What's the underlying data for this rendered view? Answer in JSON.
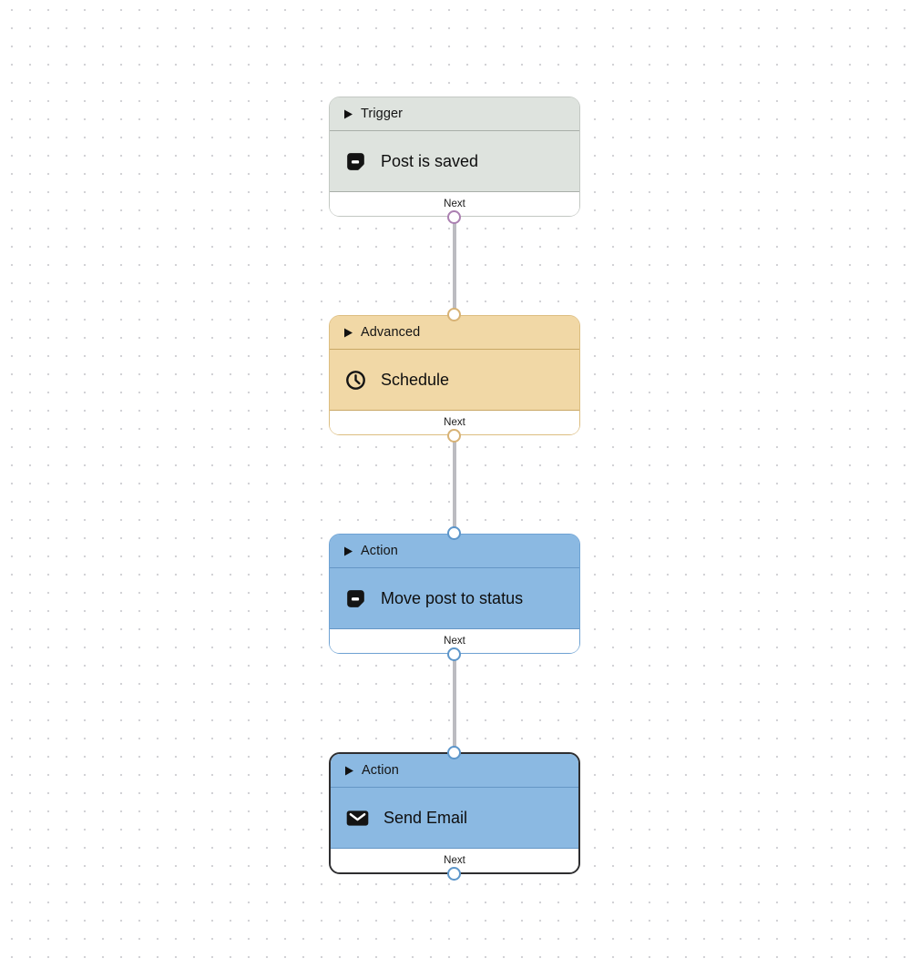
{
  "palette": {
    "canvas_background": "#ffffff",
    "grid_dot": "#d2d2d6",
    "connector": "#bcbcc1",
    "trigger_fill": "#dee3de",
    "trigger_border": "#c3c8c3",
    "advanced_fill": "#f1d8a6",
    "advanced_border": "#dcbd80",
    "action_fill": "#8bb9e2",
    "action_border": "#6ea2d3",
    "selected_border": "#2e2e30",
    "port_purple": "#ab80b1",
    "port_tan": "#d7b275",
    "port_blue": "#5d96ca",
    "text": "#141414"
  },
  "nodes": [
    {
      "category": "Trigger",
      "title": "Post is saved",
      "icon": "note-icon",
      "footer_label": "Next",
      "selected": false,
      "has_input_port": false,
      "has_output_port": true,
      "output_port_color": "#ab80b1"
    },
    {
      "category": "Advanced",
      "title": "Schedule",
      "icon": "clock-icon",
      "footer_label": "Next",
      "selected": false,
      "has_input_port": true,
      "has_output_port": true,
      "input_port_color": "#d7b275",
      "output_port_color": "#d7b275"
    },
    {
      "category": "Action",
      "title": "Move post to status",
      "icon": "note-icon",
      "footer_label": "Next",
      "selected": false,
      "has_input_port": true,
      "has_output_port": true,
      "input_port_color": "#5d96ca",
      "output_port_color": "#5d96ca"
    },
    {
      "category": "Action",
      "title": "Send Email",
      "icon": "envelope-icon",
      "footer_label": "Next",
      "selected": true,
      "has_input_port": true,
      "has_output_port": true,
      "input_port_color": "#5d96ca",
      "output_port_color": "#5d96ca"
    }
  ]
}
